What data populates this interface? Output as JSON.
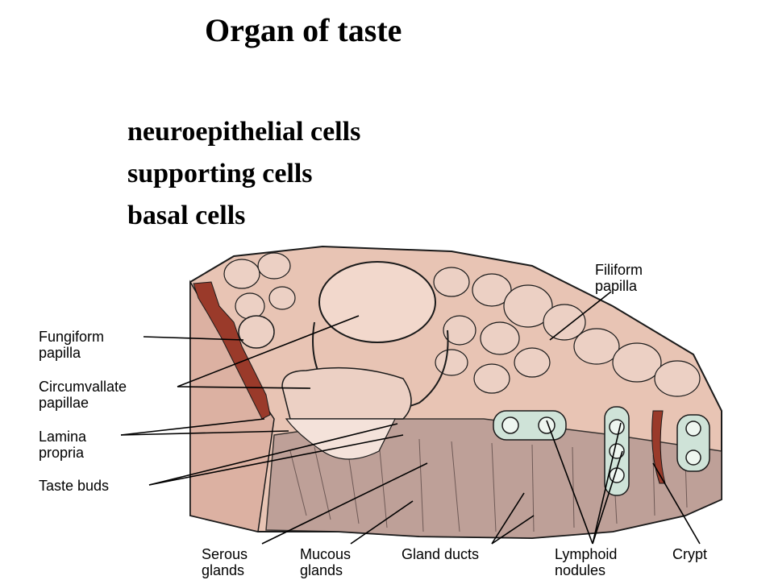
{
  "title": "Organ of taste",
  "cell_types": [
    "neuroepithelial cells",
    "supporting cells",
    "basal cells"
  ],
  "labels": {
    "filiform": [
      "Filiform",
      "papilla"
    ],
    "fungiform": [
      "Fungiform",
      "papilla"
    ],
    "circumvallate": [
      "Circumvallate",
      "papillae"
    ],
    "lamina": [
      "Lamina",
      "propria"
    ],
    "taste_buds": [
      "Taste buds"
    ],
    "serous": [
      "Serous",
      "glands"
    ],
    "mucous": [
      "Mucous",
      "glands"
    ],
    "gland_ducts": [
      "Gland ducts"
    ],
    "lymphoid": [
      "Lymphoid",
      "nodules"
    ],
    "crypt": [
      "Crypt"
    ]
  },
  "colors": {
    "tissue": "#e8c4b4",
    "tissue_dark": "#c9958a",
    "epithelium_red": "#9a3a2a",
    "nodule": "#cfe3d8",
    "outline": "#1a1a1a"
  }
}
